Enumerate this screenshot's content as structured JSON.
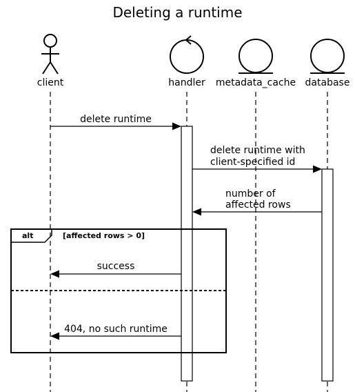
{
  "title": "Deleting a runtime",
  "participants": [
    {
      "id": "client",
      "label": "client",
      "kind": "actor"
    },
    {
      "id": "handler",
      "label": "handler",
      "kind": "control"
    },
    {
      "id": "metadata_cache",
      "label": "metadata_cache",
      "kind": "entity"
    },
    {
      "id": "database",
      "label": "database",
      "kind": "entity"
    }
  ],
  "messages": [
    {
      "from": "client",
      "to": "handler",
      "lines": [
        "delete runtime"
      ],
      "style": "sync"
    },
    {
      "from": "handler",
      "to": "database",
      "lines": [
        "delete runtime with",
        "client-specified id"
      ],
      "style": "sync"
    },
    {
      "from": "database",
      "to": "handler",
      "lines": [
        "number of",
        "affected rows"
      ],
      "style": "sync"
    },
    {
      "from": "handler",
      "to": "client",
      "lines": [
        "success"
      ],
      "style": "sync"
    },
    {
      "from": "handler",
      "to": "client",
      "lines": [
        "404, no such runtime"
      ],
      "style": "sync"
    }
  ],
  "fragment": {
    "operator": "alt",
    "guard": "[affected rows > 0]"
  }
}
